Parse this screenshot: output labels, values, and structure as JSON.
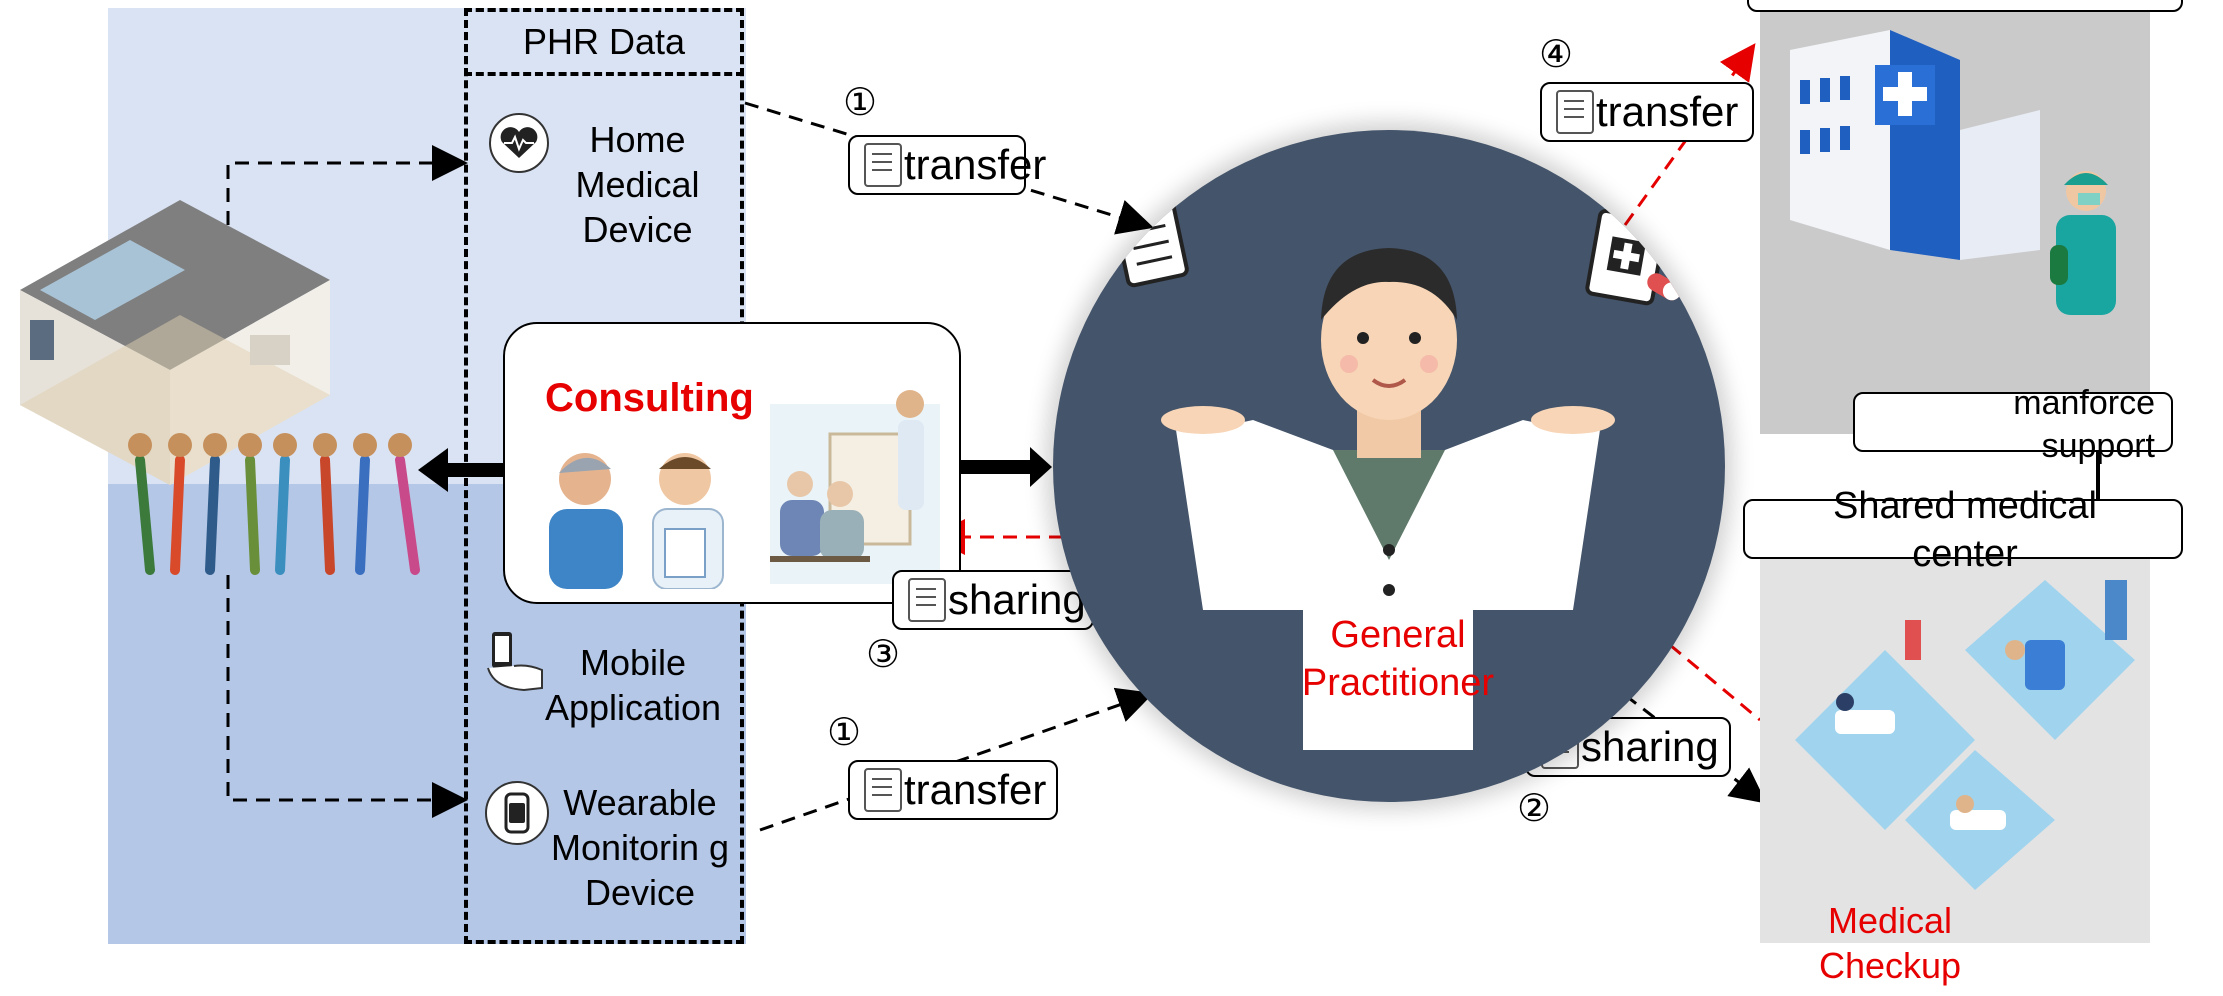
{
  "phr": {
    "title": "PHR Data",
    "home_device": "Home Medical Device",
    "mobile_app": "Mobile Application",
    "wearable": "Wearable Monitorin g Device"
  },
  "consulting": {
    "title": "Consulting"
  },
  "flows": {
    "transfer_top": "transfer",
    "transfer_bottom": "transfer",
    "transfer_hospital": "transfer",
    "sharing_consult": "sharing",
    "sharing_checkup": "sharing",
    "num1_top": "①",
    "num1_bottom": "①",
    "num2": "②",
    "num3": "③",
    "num4": "④"
  },
  "gp": {
    "label": "General Practitioner"
  },
  "right": {
    "manforce": "manforce support",
    "shared_center": "Shared medical center",
    "medical_checkup": "Medical Checkup"
  },
  "colors": {
    "left_panel_top": "#dae3f3",
    "left_panel_bottom": "#b4c7e7",
    "gp_circle": "#44546a",
    "accent_red": "#e60000",
    "checkup_bg": "#e4e3e4"
  }
}
